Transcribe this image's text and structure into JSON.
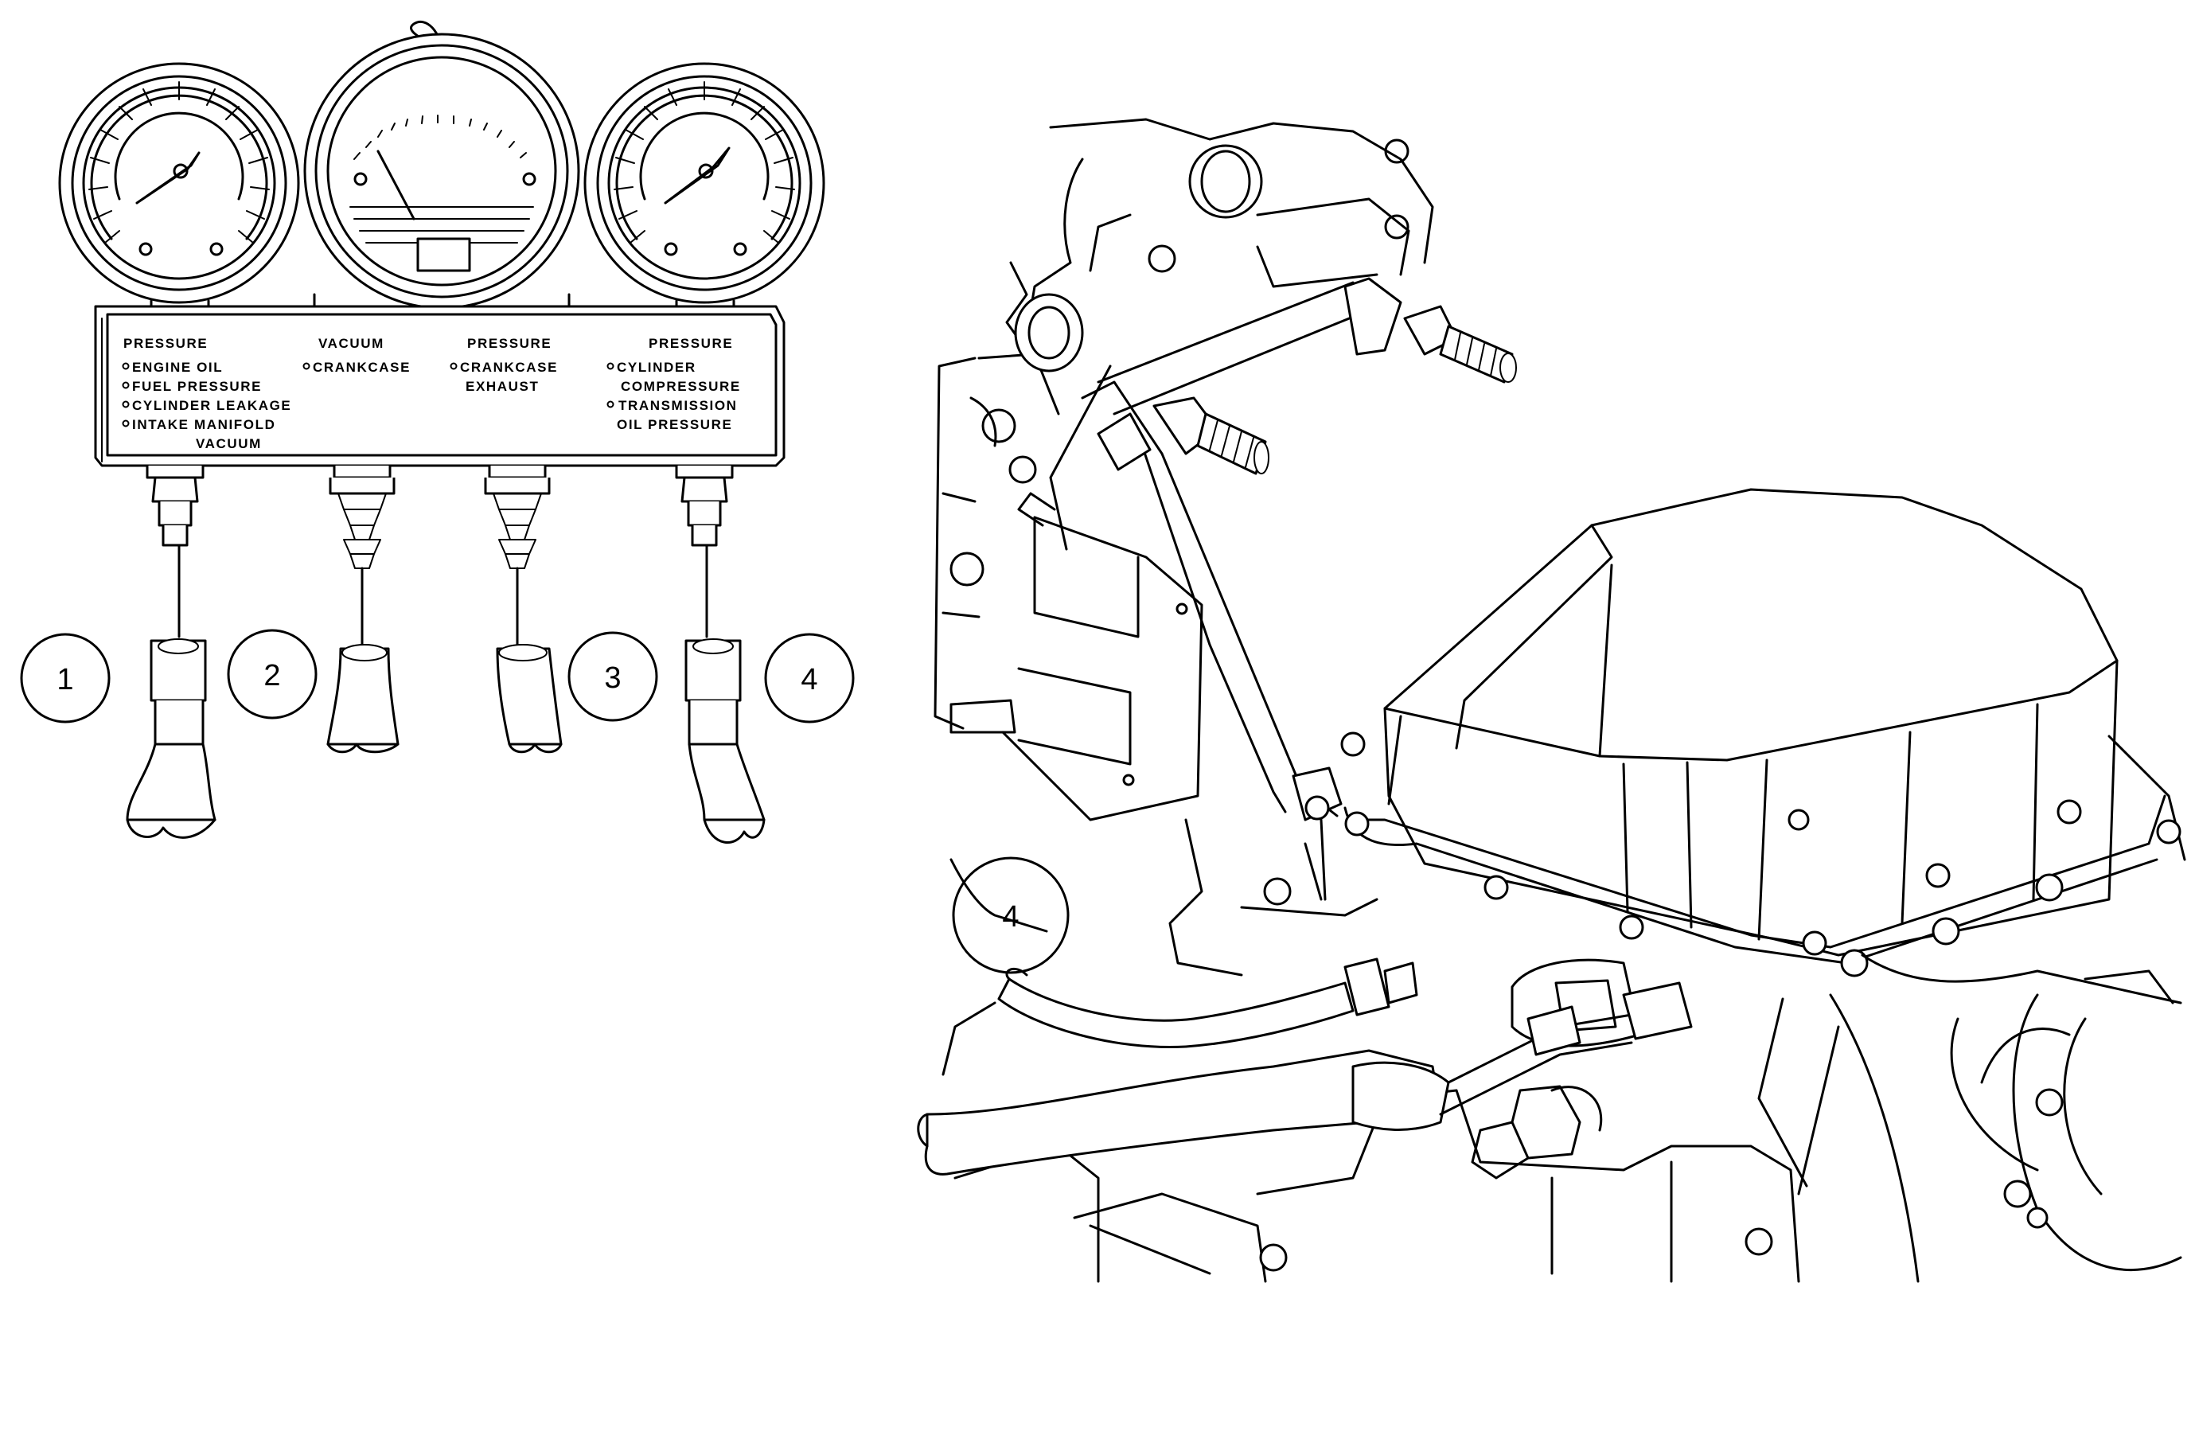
{
  "gauge_panel": {
    "columns": [
      {
        "heading": "PRESSURE",
        "items": [
          "ENGINE OIL",
          "FUEL PRESSURE",
          "CYLINDER LEAKAGE",
          "INTAKE MANIFOLD",
          "VACUUM"
        ]
      },
      {
        "heading": "VACUUM",
        "items": [
          "CRANKCASE"
        ]
      },
      {
        "heading": "PRESSURE",
        "items": [
          "CRANKCASE",
          "EXHAUST"
        ]
      },
      {
        "heading": "PRESSURE",
        "items": [
          "CYLINDER",
          "COMPRESSURE",
          "TRANSMISSION",
          "OIL PRESSURE"
        ]
      }
    ]
  },
  "callouts": {
    "c1": "1",
    "c2": "2",
    "c3": "3",
    "c4": "4",
    "c4_engine": "4"
  }
}
